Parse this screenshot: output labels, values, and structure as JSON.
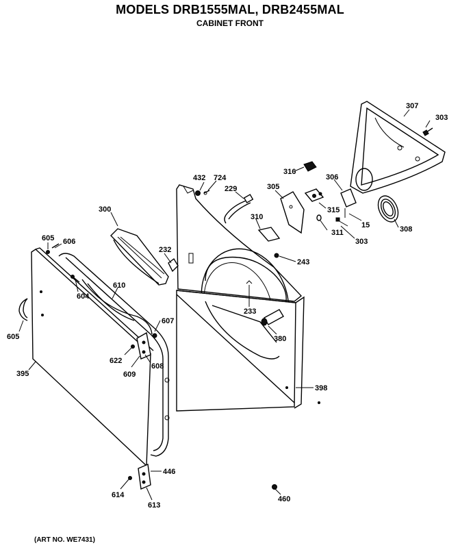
{
  "header": {
    "title": "MODELS DRB1555MAL, DRB2455MAL",
    "subtitle": "CABINET FRONT"
  },
  "footer": {
    "art_no": "(ART NO. WE7431)"
  },
  "parts": {
    "p307": "307",
    "p303a": "303",
    "p316": "316",
    "p306": "306",
    "p305": "305",
    "p315": "315",
    "p15": "15",
    "p308": "308",
    "p310": "310",
    "p311": "311",
    "p303b": "303",
    "p432": "432",
    "p724": "724",
    "p229": "229",
    "p243": "243",
    "p300": "300",
    "p232": "232",
    "p233": "233",
    "p380": "380",
    "p398": "398",
    "p605a": "605",
    "p606": "606",
    "p604": "604",
    "p610": "610",
    "p607": "607",
    "p605b": "605",
    "p622": "622",
    "p609": "609",
    "p608": "608",
    "p395": "395",
    "p446": "446",
    "p614": "614",
    "p613": "613",
    "p460": "460"
  }
}
